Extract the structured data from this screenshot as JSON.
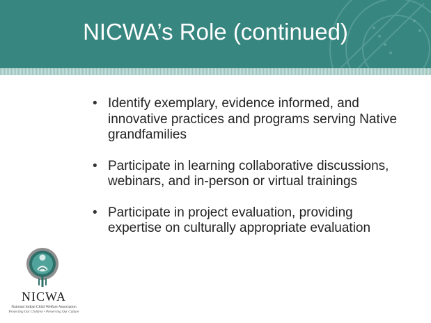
{
  "slide": {
    "title": "NICWA’s Role (continued)",
    "bullets": [
      "Identify exemplary, evidence informed, and innovative practices and programs serving Native grandfamilies",
      "Participate in learning collaborative discussions, webinars, and in-person or virtual trainings",
      "Participate in project evaluation, providing expertise on culturally appropriate evaluation"
    ],
    "bullet_symbol": "•"
  },
  "logo": {
    "name": "NICWA",
    "subtitle": "National Indian Child Welfare Association",
    "tagline": "Protecting Our Children • Preserving Our Culture",
    "icon": "nicwa-emblem-icon"
  },
  "colors": {
    "header": "#37867f",
    "band": "#9cc4bf",
    "title_text": "#ffffff",
    "body_text": "#222222"
  }
}
